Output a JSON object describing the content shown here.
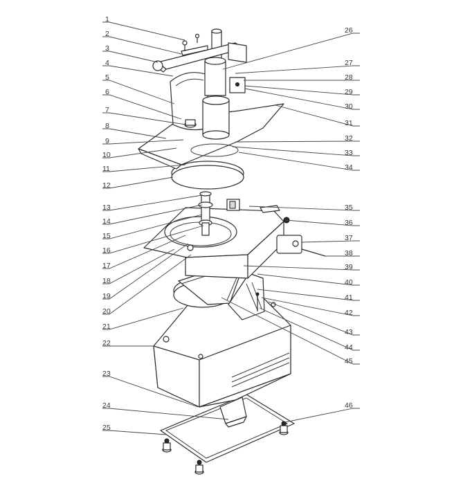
{
  "callouts_left": [
    "1",
    "2",
    "3",
    "4",
    "5",
    "6",
    "7",
    "8",
    "9",
    "10",
    "11",
    "12",
    "13",
    "14",
    "15",
    "16",
    "17",
    "18",
    "19",
    "20",
    "21",
    "22",
    "23",
    "24",
    "25"
  ],
  "callouts_right": [
    "26",
    "27",
    "28",
    "29",
    "30",
    "31",
    "32",
    "33",
    "34",
    "35",
    "36",
    "37",
    "38",
    "39",
    "40",
    "41",
    "42",
    "43",
    "44",
    "45",
    "46"
  ],
  "colors": {
    "line": "#2a2a2a",
    "label": "#333333",
    "background": "#ffffff"
  }
}
